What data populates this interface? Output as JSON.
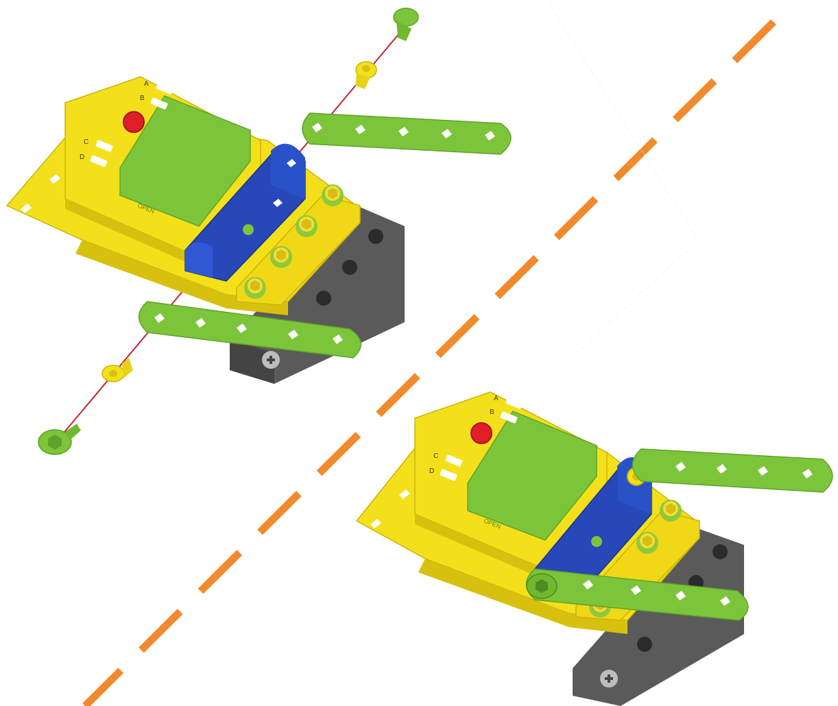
{
  "colors": {
    "yellow": "#f4e01a",
    "yellow_dark": "#d8c10e",
    "green": "#7cc53a",
    "green_dark": "#5ea22a",
    "blue": "#2648b8",
    "gray": "#5a5a5a",
    "red": "#e01e28",
    "divider": "#f28a2b",
    "axle": "#c0222e"
  },
  "battery_box": {
    "port_labels": [
      "A",
      "B",
      "C",
      "D"
    ],
    "cover_label": "OPEN"
  },
  "steps": {
    "exploded": {
      "parts": [
        "bolt",
        "washer",
        "green-beam",
        "blue-bracket",
        "yellow-plate",
        "gray-blocks",
        "battery-box",
        "axle"
      ]
    },
    "assembled": {
      "parts": [
        "battery-box",
        "blue-bracket",
        "green-beam",
        "yellow-plate",
        "gray-blocks"
      ]
    }
  }
}
